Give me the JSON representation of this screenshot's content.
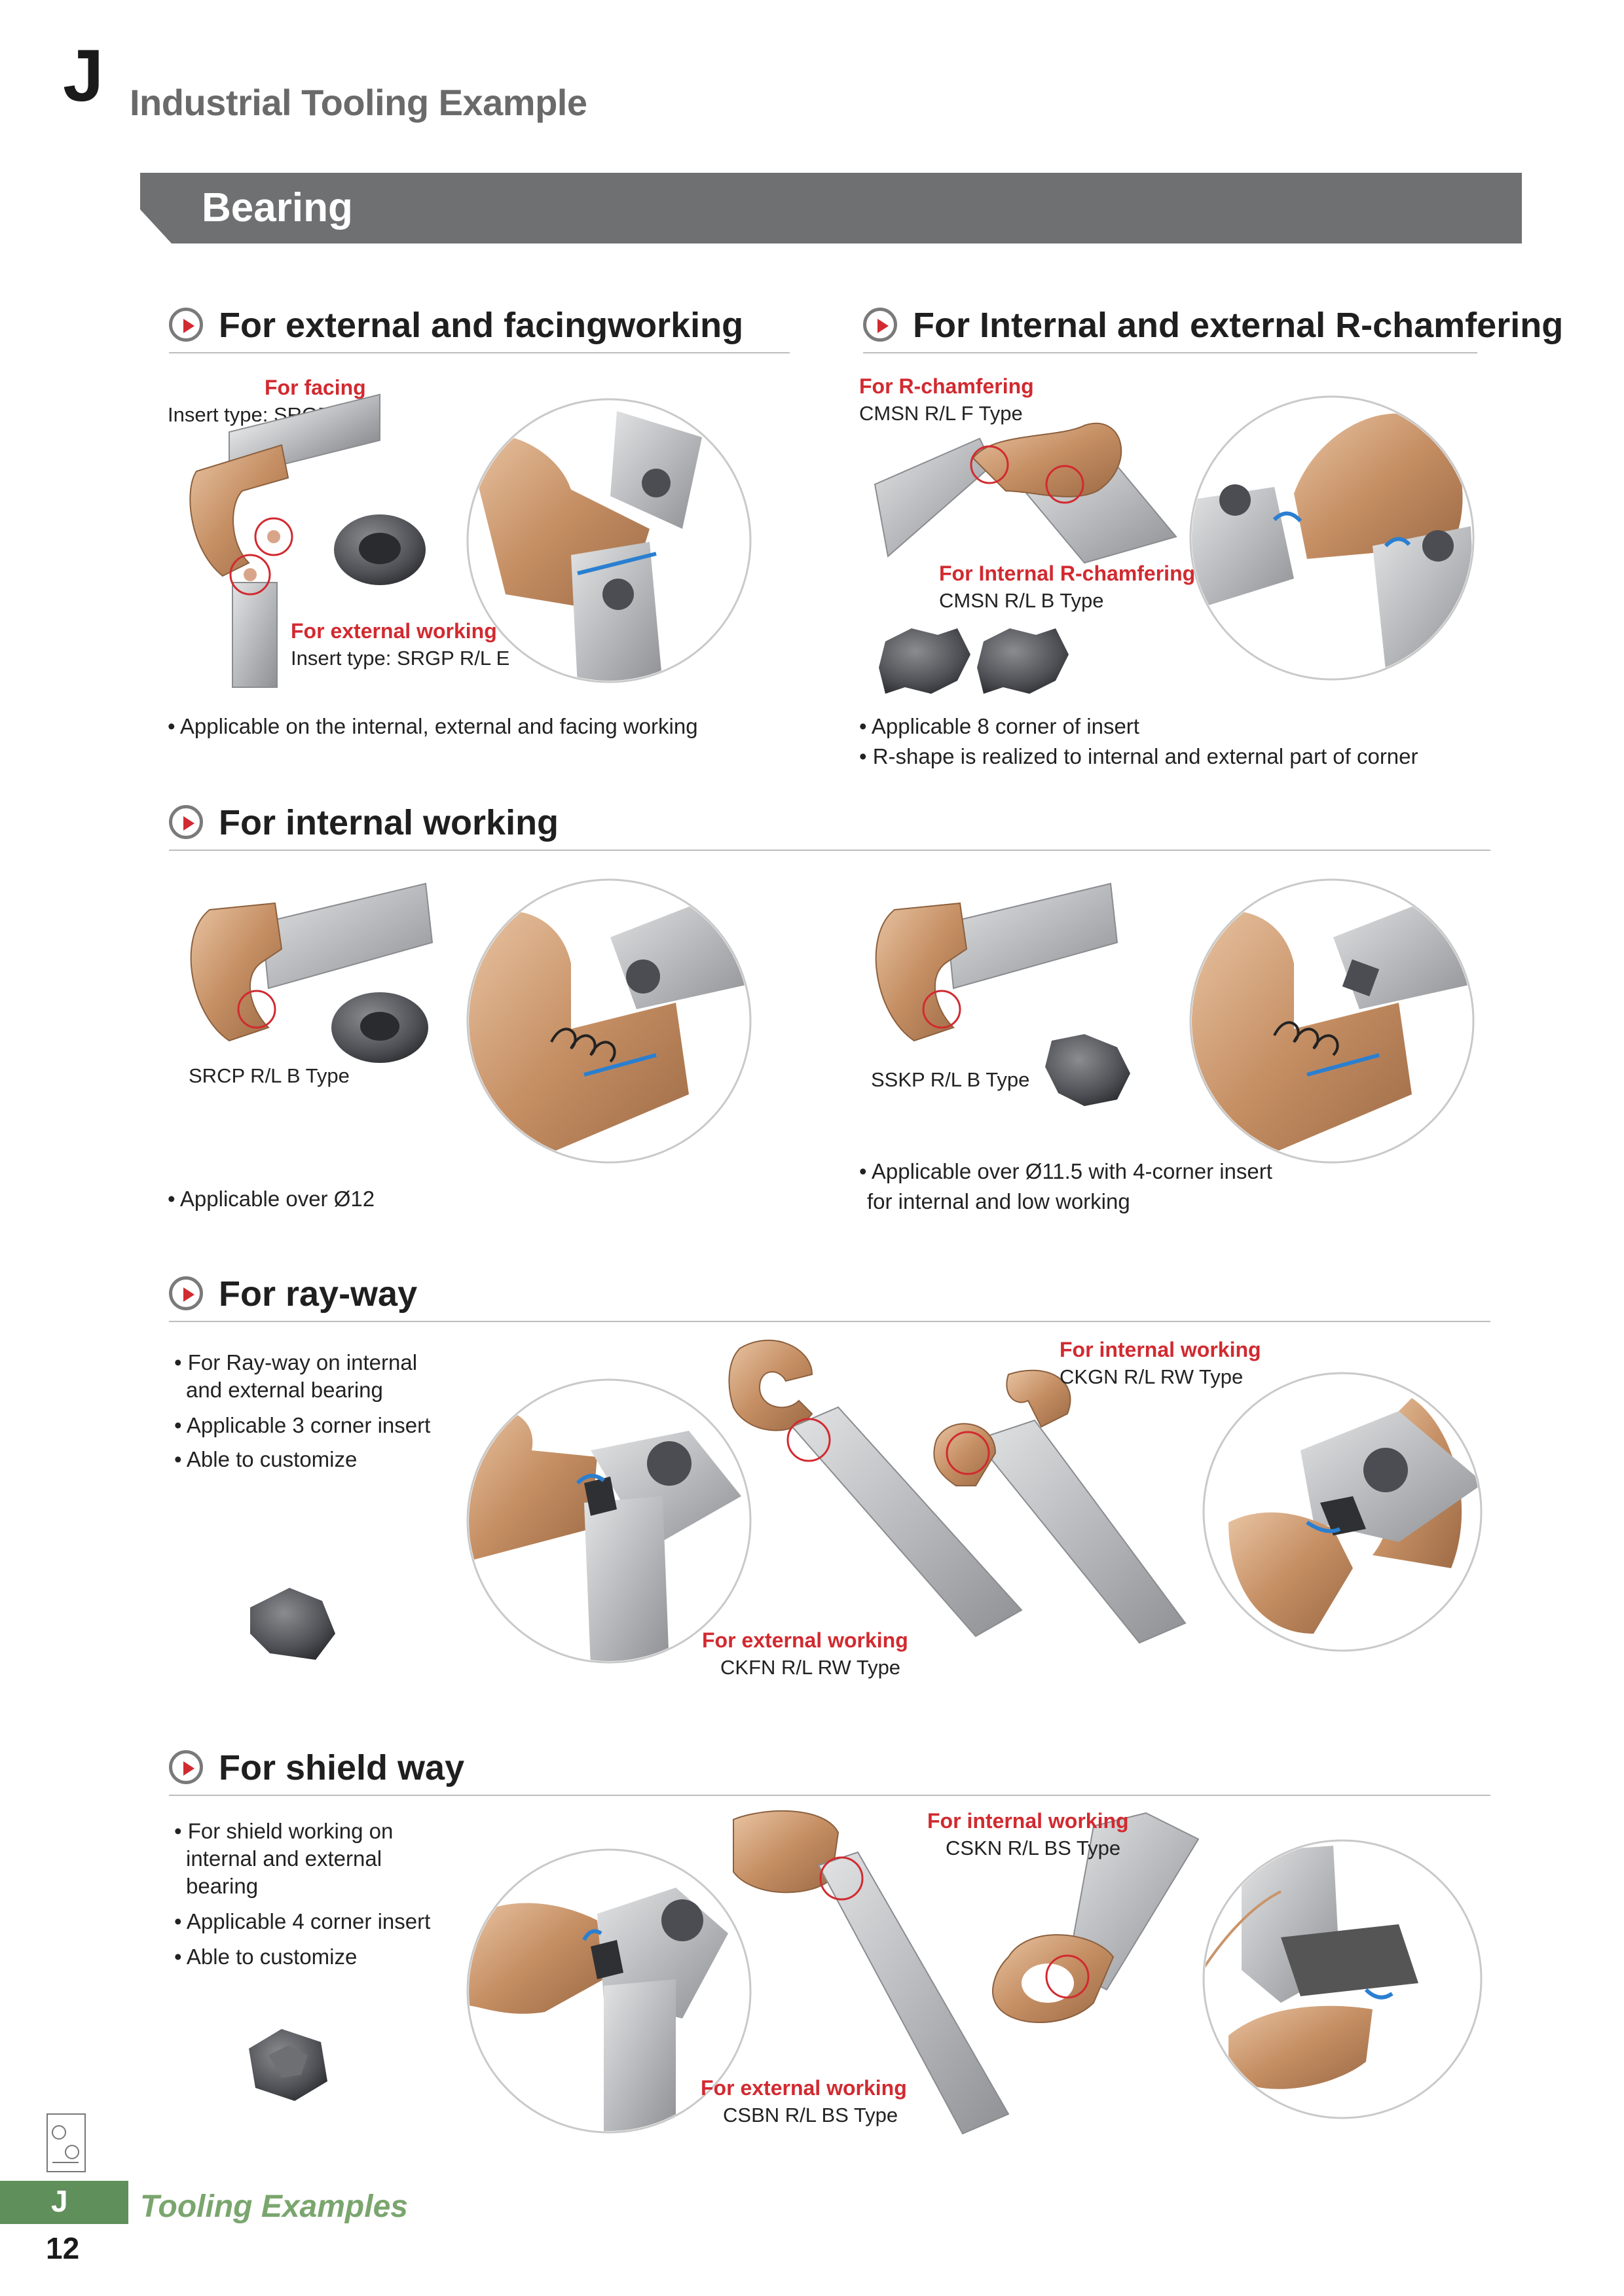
{
  "header": {
    "chapter_letter": "J",
    "chapter_title": "Industrial Tooling Example",
    "banner": "Bearing"
  },
  "sections": {
    "external_facing": {
      "title": "For external and facingworking",
      "label_facing_red": "For facing",
      "label_facing_insert": "Insert type: SRGP R/L",
      "label_ext_red": "For external working",
      "label_ext_insert": "Insert type: SRGP R/L E",
      "bullets": [
        "• Applicable on the internal, external and facing working"
      ]
    },
    "r_chamfer": {
      "title": "For Internal and external R-chamfering",
      "label_r_red": "For R-chamfering",
      "label_r_type": "CMSN R/L F Type",
      "label_int_red": "For Internal R-chamfering",
      "label_int_type": "CMSN R/L B Type",
      "bullets": [
        "• Applicable 8 corner of insert",
        "• R-shape is realized to internal and external part of corner"
      ]
    },
    "internal": {
      "title": "For internal working",
      "left_type": "SRCP R/L B Type",
      "right_type": "SSKP R/L B Type",
      "left_bullet": "• Applicable over Ø12",
      "right_bullets": [
        "• Applicable over Ø11.5 with 4-corner insert",
        "for internal and low working"
      ]
    },
    "ray_way": {
      "title": "For ray-way",
      "bullets": [
        "• For Ray-way on internal",
        "and external bearing",
        "• Applicable 3 corner insert",
        "• Able to customize"
      ],
      "label_int_red": "For internal working",
      "label_int_type": "CKGN R/L RW Type",
      "label_ext_red": "For external working",
      "label_ext_type": "CKFN R/L RW Type"
    },
    "shield_way": {
      "title": "For shield way",
      "bullets": [
        "• For shield working on",
        "internal and external",
        "bearing",
        "• Applicable 4 corner insert",
        "• Able to customize"
      ],
      "label_int_red": "For internal working",
      "label_int_type": "CSKN R/L BS Type",
      "label_ext_red": "For external working",
      "label_ext_type": "CSBN R/L BS Type"
    }
  },
  "footer": {
    "tab_letter": "J",
    "section_name": "Tooling Examples",
    "page_number": "12"
  },
  "colors": {
    "accent_red": "#d12a30",
    "banner_gray": "#6f7072",
    "footer_green": "#5f8f5a",
    "bronze": "#c9946a",
    "steel": "#b9bcbf"
  }
}
